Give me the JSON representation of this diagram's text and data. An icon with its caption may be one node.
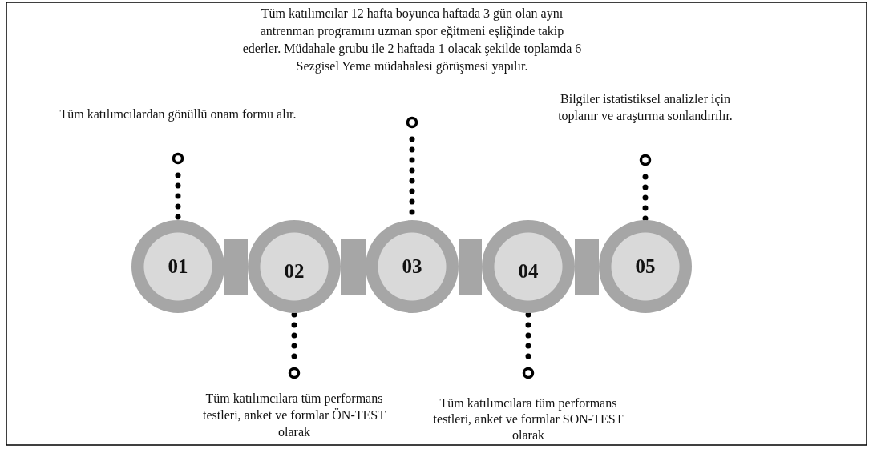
{
  "diagram": {
    "nodes": [
      {
        "text": [
          "01"
        ]
      },
      {
        "text": [
          "02"
        ]
      },
      {
        "text": [
          "03"
        ]
      },
      {
        "text": [
          "04"
        ]
      },
      {
        "text": [
          "05"
        ]
      },
      {
        "text": [
          "Tüm katılımcılardan gönüllü onam formu alır."
        ]
      },
      {
        "text": [
          "Tüm katılımcılara tüm performans testleri, anket ve formlar ÖN-TEST olarak"
        ]
      },
      {
        "text": [
          "Tüm katılımcılar 12 hafta boyunca haftada 3 gün olan aynı antrenman programını uzman spor eğitmeni eşliğinde takip ederler. Müdahale grubu ile 2 haftada 1 olacak şekilde toplamda 6 Sezgisel Yeme müdahalesi görüşmesi yapılır."
        ]
      },
      {
        "text": [
          "Tüm katılımcılara tüm performans testleri, anket ve formlar SON-TEST olarak"
        ]
      },
      {
        "text": [
          "Bilgiler istatistiksel analizler için toplanır ve araştırma sonlandırılır."
        ]
      }
    ],
    "edges": [
      {
        "from": 0,
        "to": 1,
        "arrow": "none",
        "style": "thick",
        "color": "#a6a6a6"
      },
      {
        "from": 1,
        "to": 2,
        "arrow": "none",
        "style": "thick",
        "color": "#a6a6a6"
      },
      {
        "from": 2,
        "to": 3,
        "arrow": "none",
        "style": "thick",
        "color": "#a6a6a6"
      },
      {
        "from": 3,
        "to": 4,
        "arrow": "none",
        "style": "thick",
        "color": "#a6a6a6"
      },
      {
        "from": 5,
        "to": 0,
        "arrow": "other",
        "style": "dashed"
      },
      {
        "from": 6,
        "to": 1,
        "arrow": "other",
        "style": "dashed"
      },
      {
        "from": 7,
        "to": 2,
        "arrow": "other",
        "style": "dashed"
      },
      {
        "from": 8,
        "to": 3,
        "arrow": "other",
        "style": "dashed"
      },
      {
        "from": 9,
        "to": 4,
        "arrow": "other",
        "style": "dashed"
      }
    ]
  }
}
